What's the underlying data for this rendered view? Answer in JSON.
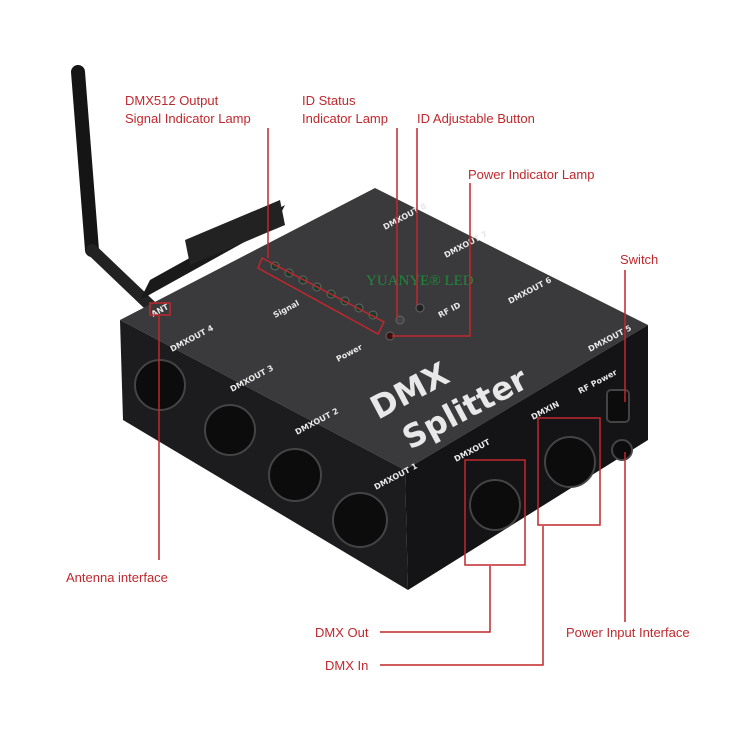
{
  "callouts": {
    "dmx512_line1": "DMX512 Output",
    "dmx512_line2": "Signal Indicator Lamp",
    "id_status_line1": "ID Status",
    "id_status_line2": "Indicator Lamp",
    "id_button": "ID Adjustable Button",
    "power_lamp": "Power Indicator Lamp",
    "switch": "Switch",
    "antenna": "Antenna interface",
    "dmx_out": "DMX Out",
    "dmx_in": "DMX In",
    "power_input": "Power Input Interface"
  },
  "device": {
    "title1": "DMX",
    "title2": "Splitter",
    "ant": "ANT",
    "signal": "Signal",
    "power": "Power",
    "rfid": "RF ID",
    "rf_power": "RF Power",
    "dmxin": "DMXIN",
    "dmxout": "DMXOUT",
    "out1": "DMXOUT 1",
    "out2": "DMXOUT 2",
    "out3": "DMXOUT 3",
    "out4": "DMXOUT 4",
    "out5": "DMXOUT 5",
    "out6": "DMXOUT 6",
    "out7": "DMXOUT 7",
    "out8": "DMXOUT 8"
  },
  "watermark": "YUANYE® LED",
  "colors": {
    "accent": "#c0282d",
    "body": "#2b2b2d"
  }
}
